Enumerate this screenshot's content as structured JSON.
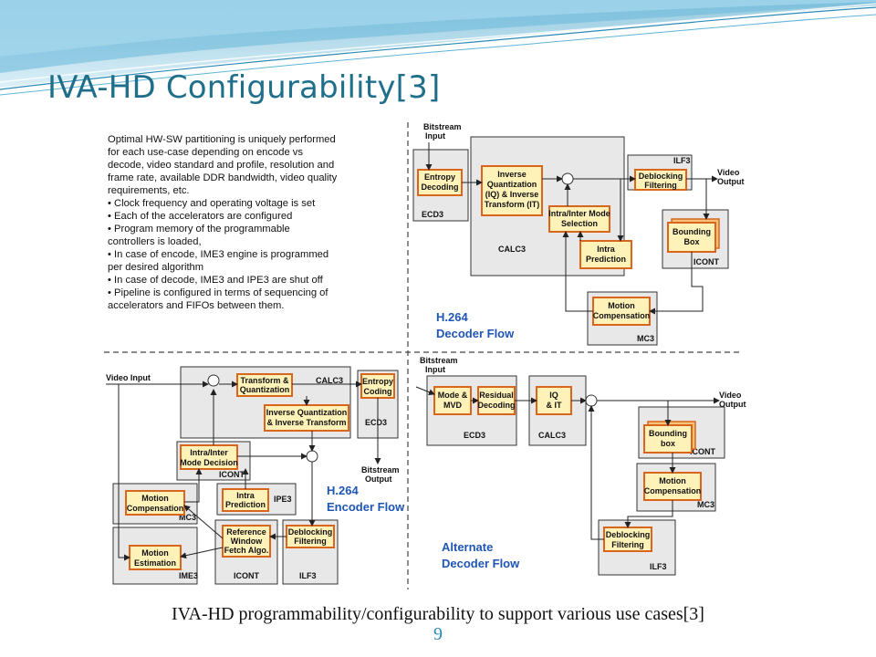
{
  "slide": {
    "title": "IVA-HD Configurability[3]",
    "caption": "IVA-HD programmability/configurability to support various use cases[3]",
    "page_number": "9"
  },
  "figure": {
    "description_lines": [
      "Optimal HW-SW partitioning is uniquely performed",
      "for each use-case depending on encode vs",
      "decode, video standard and profile, resolution and",
      "frame rate, available DDR bandwidth, video quality",
      "requirements, etc.",
      "• Clock frequency and operating voltage is set",
      "• Each of the accelerators are configured",
      "• Program memory of the programmable",
      "controllers is loaded,",
      "• In case of encode, IME3 engine is programmed",
      "per desired algorithm",
      "• In case of decode, IME3 and IPE3 are shut off",
      "• Pipeline is configured in terms of sequencing of",
      "accelerators and FIFOs between them."
    ],
    "decoder": {
      "input_label_1": "Bitstream",
      "input_label_2": "Input",
      "entropy_1": "Entropy",
      "entropy_2": "Decoding",
      "iq_1": "Inverse",
      "iq_2": "Quantization",
      "iq_3": "(IQ) & Inverse",
      "iq_4": "Transform (IT)",
      "mode_1": "Intra/Inter Mode",
      "mode_2": "Selection",
      "intra_1": "Intra",
      "intra_2": "Prediction",
      "deblock_1": "Deblocking",
      "deblock_2": "Filtering",
      "bbox_1": "Bounding",
      "bbox_2": "Box",
      "motion_1": "Motion",
      "motion_2": "Compensation",
      "video_out_1": "Video",
      "video_out_2": "Output",
      "ecd": "ECD3",
      "calc": "CALC3",
      "ilf": "ILF3",
      "icont": "ICONT",
      "mc": "MC3",
      "flow_1": "H.264",
      "flow_2": "Decoder Flow"
    },
    "encoder": {
      "video_in": "Video Input",
      "transform_1": "Transform &",
      "transform_2": "Quantization",
      "calc": "CALC3",
      "entropy_1": "Entropy",
      "entropy_2": "Coding",
      "iqit_1": "Inverse Quantization",
      "iqit_2": "& Inverse Transform",
      "ecd": "ECD3",
      "modedec_1": "Intra/Inter",
      "modedec_2": "Mode Decision",
      "icont_a": "ICONT",
      "bs_out_1": "Bitstream",
      "bs_out_2": "Output",
      "motion_1": "Motion",
      "motion_2": "Compensation",
      "mc": "MC3",
      "intra_1": "Intra",
      "intra_2": "Prediction",
      "ipe": "IPE3",
      "flow_1": "H.264",
      "flow_2": "Encoder Flow",
      "ref_1": "Reference",
      "ref_2": "Window",
      "ref_3": "Fetch Algo.",
      "deblock_1": "Deblocking",
      "deblock_2": "Filtering",
      "est_1": "Motion",
      "est_2": "Estimation",
      "ime": "IME3",
      "icont_b": "ICONT",
      "ilf": "ILF3"
    },
    "alternate": {
      "input_1": "Bitstream",
      "input_2": "Input",
      "mode_1": "Mode &",
      "mode_2": "MVD",
      "resid_1": "Residual",
      "resid_2": "Decoding",
      "iqit_1": "IQ",
      "iqit_2": "& IT",
      "ecd": "ECD3",
      "calc": "CALC3",
      "video_out_1": "Video",
      "video_out_2": "Output",
      "bbox_1": "Bounding",
      "bbox_2": "box",
      "icont": "ICONT",
      "motion_1": "Motion",
      "motion_2": "Compensation",
      "mc": "MC3",
      "deblock_1": "Deblocking",
      "deblock_2": "Filtering",
      "ilf": "ILF3",
      "flow_1": "Alternate",
      "flow_2": "Decoder Flow"
    }
  }
}
